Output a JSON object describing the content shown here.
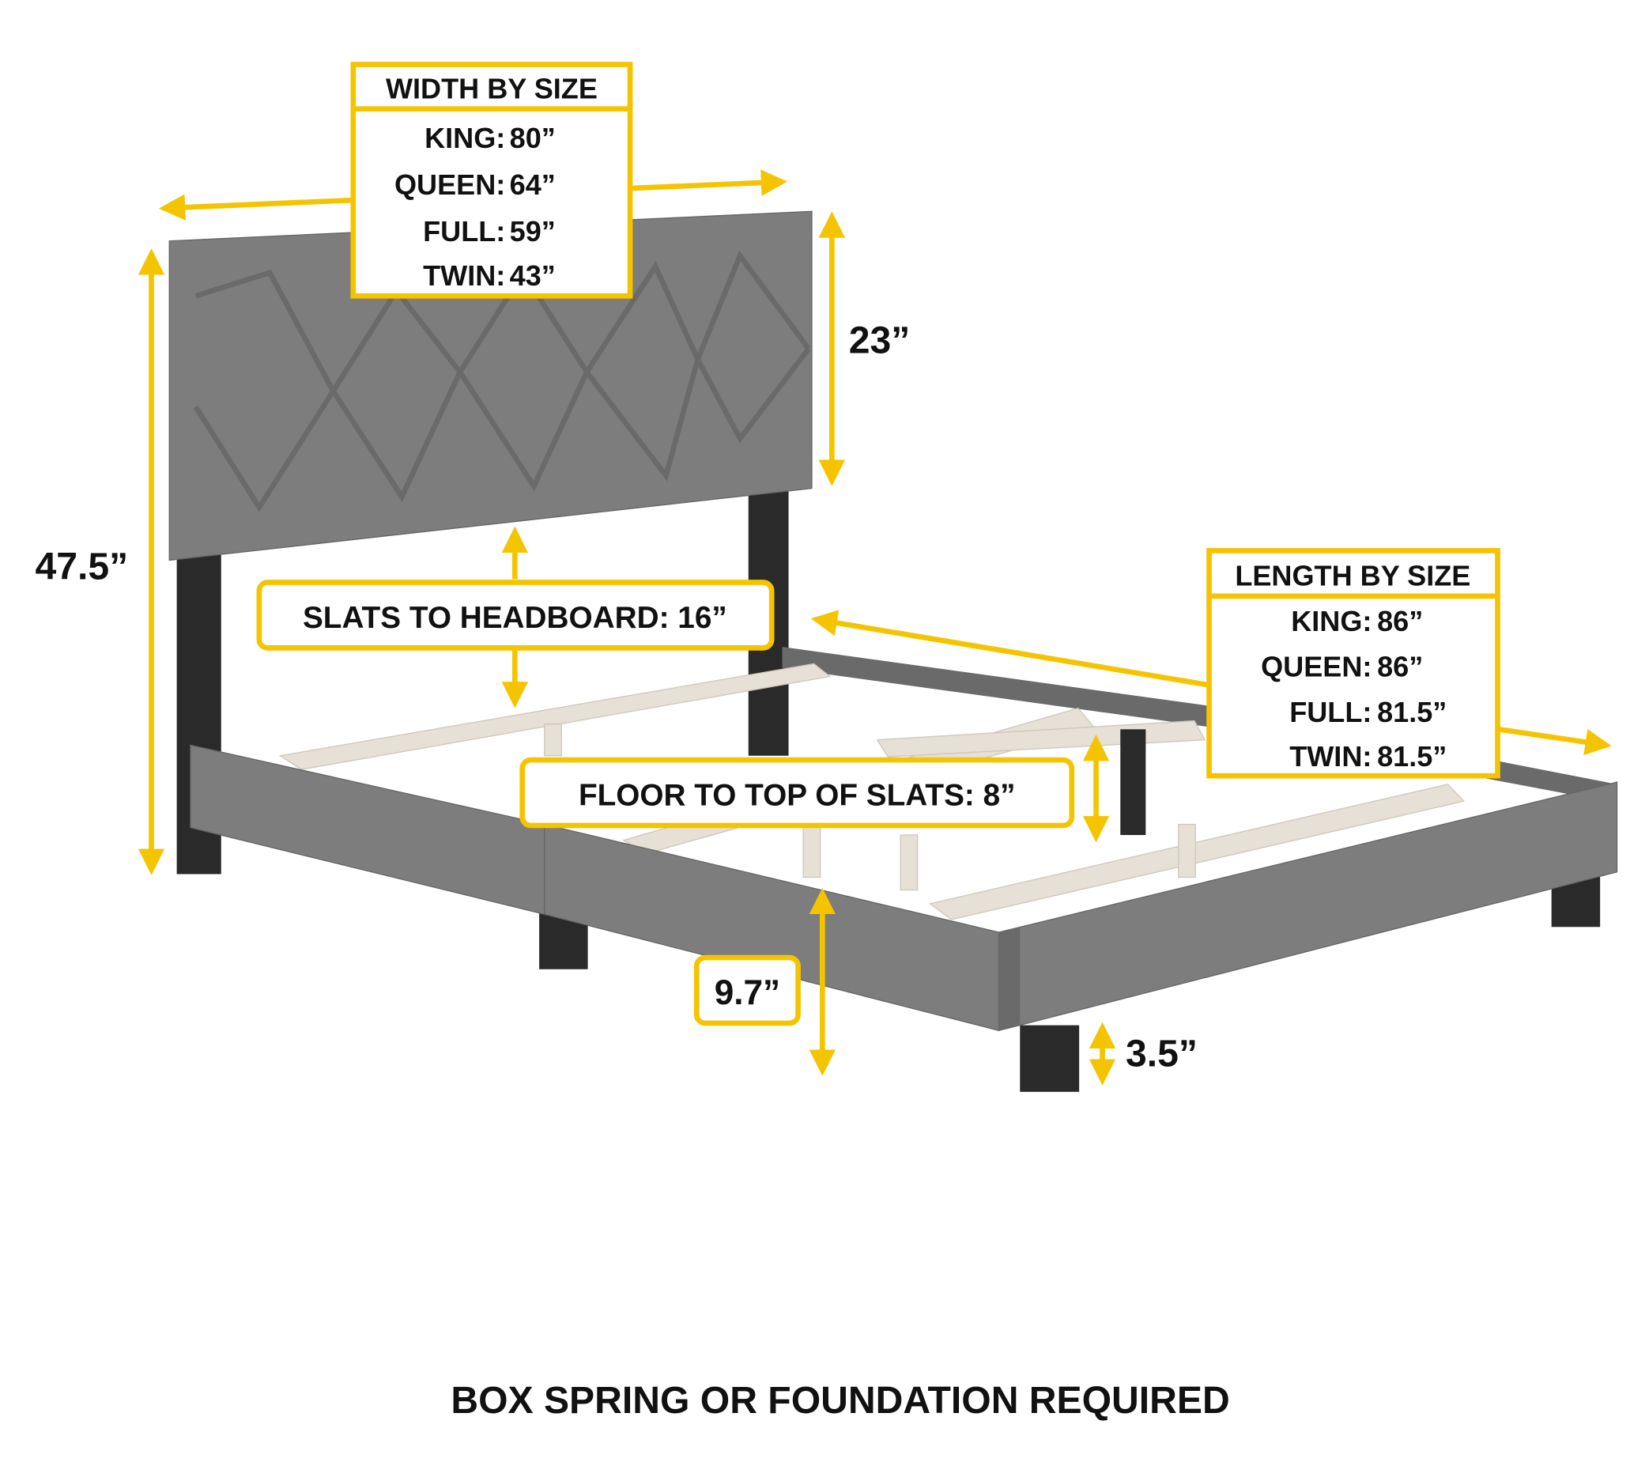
{
  "width_box": {
    "title": "WIDTH BY SIZE",
    "rows": [
      {
        "size": "KING:",
        "value": "80”"
      },
      {
        "size": "QUEEN:",
        "value": "64”"
      },
      {
        "size": "FULL:",
        "value": "59”"
      },
      {
        "size": "TWIN:",
        "value": "43”"
      }
    ]
  },
  "length_box": {
    "title": "LENGTH BY SIZE",
    "rows": [
      {
        "size": "KING:",
        "value": "86”"
      },
      {
        "size": "QUEEN:",
        "value": "86”"
      },
      {
        "size": "FULL:",
        "value": "81.5”"
      },
      {
        "size": "TWIN:",
        "value": "81.5”"
      }
    ]
  },
  "dimensions": {
    "headboard_height": "23”",
    "total_height": "47.5”",
    "slats_to_headboard": "SLATS TO HEADBOARD: 16”",
    "floor_to_slats": "FLOOR TO TOP OF SLATS: 8”",
    "rail_height": "9.7”",
    "leg_height": "3.5”"
  },
  "footer": "BOX SPRING OR FOUNDATION REQUIRED",
  "colors": {
    "accent": "#F5C400",
    "fabric": "#7d7d7d",
    "legs": "#2a2a2a"
  }
}
